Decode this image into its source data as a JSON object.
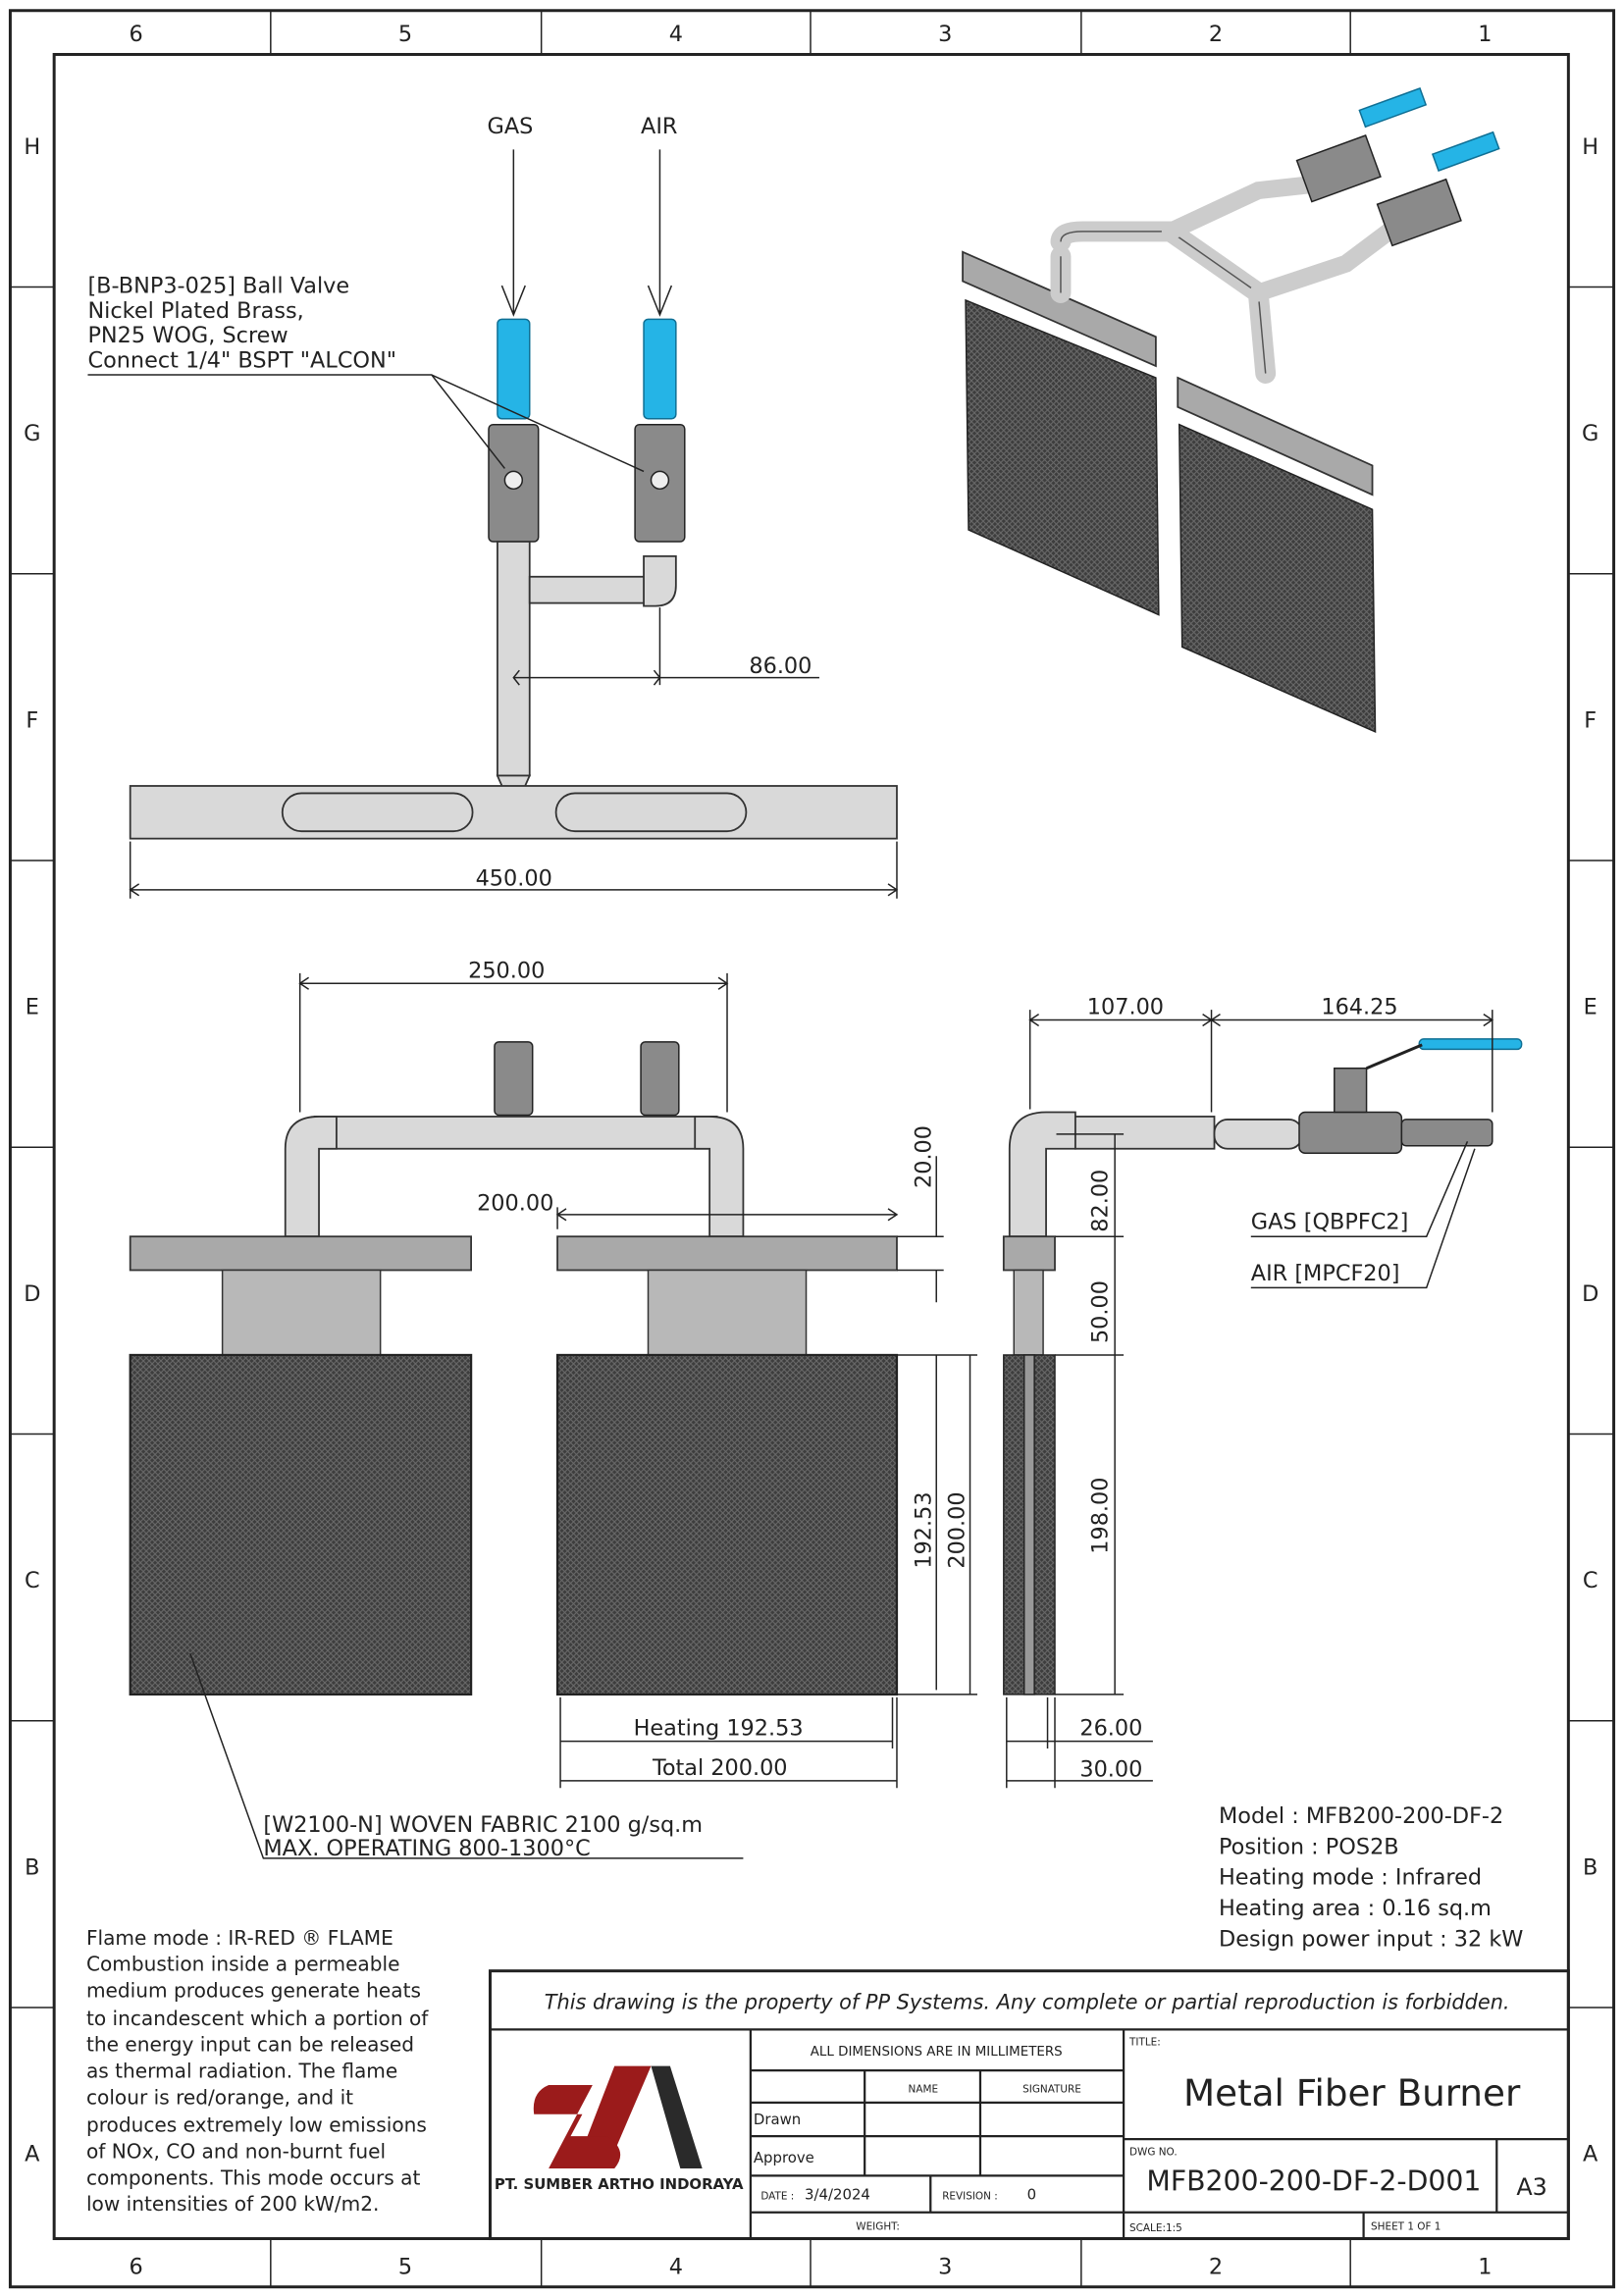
{
  "zones": {
    "columns": [
      "6",
      "5",
      "4",
      "3",
      "2",
      "1"
    ],
    "rows": [
      "H",
      "G",
      "F",
      "E",
      "D",
      "C",
      "B",
      "A"
    ]
  },
  "top_view": {
    "gas_label": "GAS",
    "air_label": "AIR",
    "valve_callout": [
      "[B-BNP3-025] Ball Valve",
      "Nickel Plated Brass,",
      "PN25 WOG, Screw",
      "Connect 1/4\" BSPT \"ALCON\""
    ],
    "dim_offset": "86.00",
    "dim_length": "450.00"
  },
  "front_view": {
    "dim_width": "250.00",
    "dim_spacing": "200.00",
    "dim_plate": "20.00",
    "dim_heating_height": "192.53",
    "dim_total_height": "200.00",
    "dim_heating_width": "Heating 192.53",
    "dim_total_width": "Total 200.00",
    "fabric_callout": [
      "[W2100-N] WOVEN FABRIC 2100 g/sq.m",
      "MAX. OPERATING 800-1300°C"
    ]
  },
  "side_view": {
    "dim_a": "107.00",
    "dim_b": "164.25",
    "dim_c": "82.00",
    "dim_d": "50.00",
    "dim_e": "198.00",
    "dim_f": "26.00",
    "dim_g": "30.00",
    "gas_fitting": "GAS [QBPFC2]",
    "air_fitting": "AIR [MPCF20]"
  },
  "specs": [
    "Model : MFB200-200-DF-2",
    "Position : POS2B",
    "Heating mode : Infrared",
    "Heating area : 0.16 sq.m",
    "Design power input : 32 kW"
  ],
  "flame_note": [
    "Flame mode : IR-RED ® FLAME",
    "Combustion inside a permeable",
    "medium produces generate heats",
    "to incandescent which a portion of",
    "the energy input can be released",
    "as thermal radiation. The flame",
    "colour is red/orange, and it",
    "produces extremely low emissions",
    "of NOx, CO and non-burnt fuel",
    "components. This mode occurs at",
    "low intensities of 200 kW/m2."
  ],
  "title_block": {
    "property_notice": "This drawing is the property of PP Systems. Any complete or partial reproduction is forbidden.",
    "company": "PT. SUMBER ARTHO INDORAYA",
    "units_note": "ALL DIMENSIONS ARE IN MILLIMETERS",
    "name_header": "NAME",
    "signature_header": "SIGNATURE",
    "drawn_label": "Drawn",
    "approve_label": "Approve",
    "date_label": "DATE :",
    "date": "3/4/2024",
    "revision_label": "REVISION :",
    "revision": "0",
    "weight_label": "WEIGHT:",
    "title_label": "TITLE:",
    "title": "Metal Fiber Burner",
    "dwg_no_label": "DWG NO.",
    "dwg_no": "MFB200-200-DF-2-D001",
    "size": "A3",
    "scale": "SCALE:1:5",
    "sheet": "SHEET 1 OF 1"
  },
  "colors": {
    "handle": "#25b4e6",
    "logo_red": "#9b1b1b",
    "logo_dark": "#2a2a2a"
  }
}
